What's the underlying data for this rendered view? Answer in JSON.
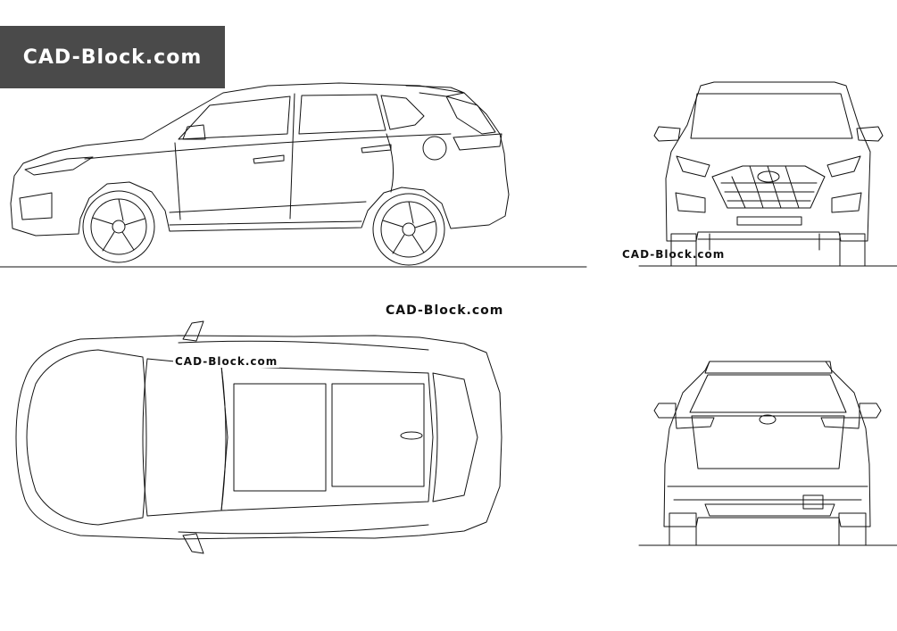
{
  "brand": {
    "logo_text": "CAD-Block.com"
  },
  "watermarks": {
    "front_view": "CAD-Block.com",
    "top_right": "CAD-Block.com",
    "top_view": "CAD-Block.com"
  }
}
